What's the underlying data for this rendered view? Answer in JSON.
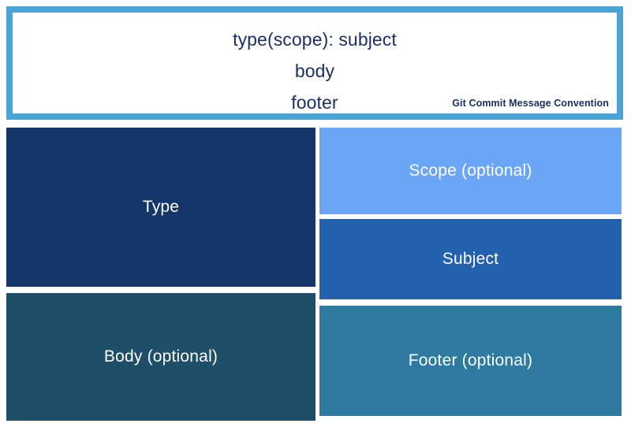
{
  "banner": {
    "lines": [
      "type(scope): subject",
      "body",
      "footer"
    ],
    "credit": "Git Commit Message Convention",
    "border_color": "#4aa3d4",
    "text_color": "#1b2f63",
    "background": "#ffffff"
  },
  "blocks": [
    {
      "key": "type",
      "label": "Type",
      "color": "#143668",
      "column": "left",
      "optional": false
    },
    {
      "key": "scope",
      "label": "Scope (optional)",
      "color": "#6ba5f5",
      "column": "right",
      "optional": true
    },
    {
      "key": "subject",
      "label": "Subject",
      "color": "#2360ae",
      "column": "right",
      "optional": false
    },
    {
      "key": "body",
      "label": "Body (optional)",
      "color": "#1f4f68",
      "column": "left",
      "optional": true
    },
    {
      "key": "footer",
      "label": "Footer (optional)",
      "color": "#2e7aa0",
      "column": "right",
      "optional": true
    }
  ]
}
